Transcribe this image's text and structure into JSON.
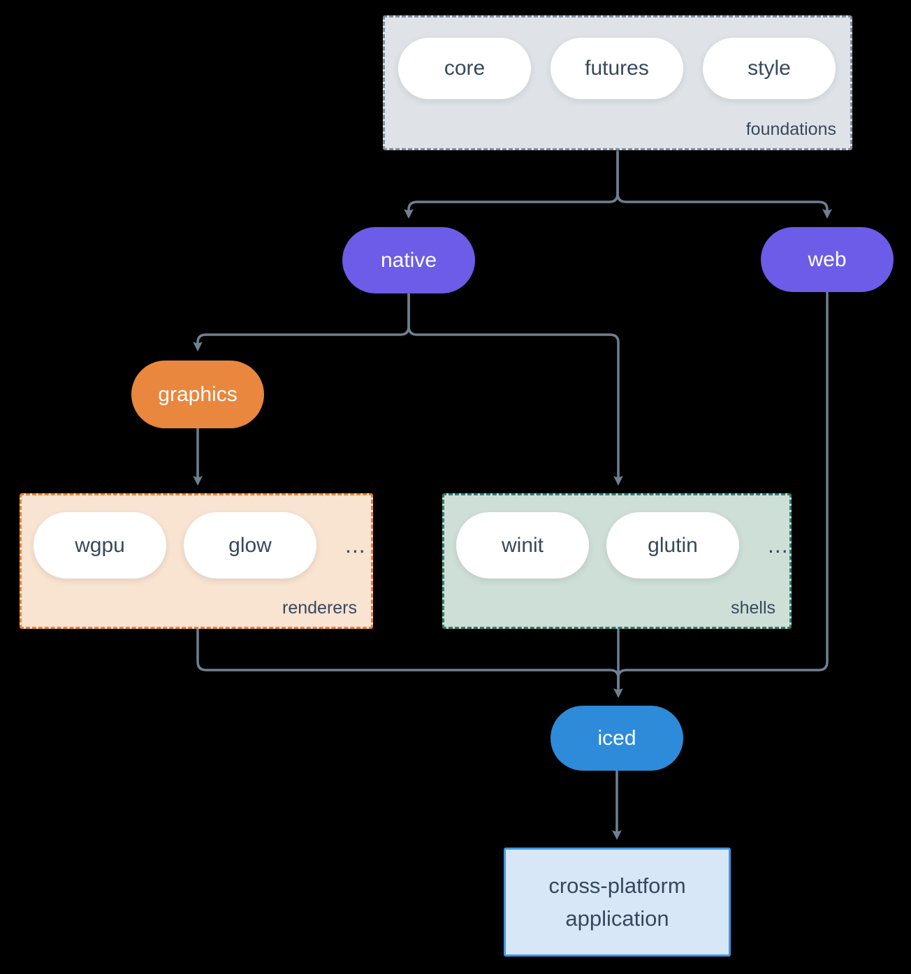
{
  "background": "#000000",
  "palette": {
    "arrow": "#6e8091",
    "purple_pill": "#6c5ce7",
    "orange_pill": "#e8873d",
    "blue_pill": "#2e8bd9",
    "foundations_bg": "#dfe3e7",
    "renderers_bg": "#f9e3d1",
    "shells_bg": "#cedfd7",
    "app_bg": "#d8e7f8",
    "app_border": "#3f97e8",
    "dark_text": "#36495c"
  },
  "nodes": {
    "foundations": {
      "label": "foundations",
      "pills": [
        "core",
        "futures",
        "style"
      ]
    },
    "native": {
      "label": "native"
    },
    "web": {
      "label": "web"
    },
    "graphics": {
      "label": "graphics"
    },
    "renderers": {
      "label": "renderers",
      "pills": [
        "wgpu",
        "glow"
      ],
      "more": "..."
    },
    "shells": {
      "label": "shells",
      "pills": [
        "winit",
        "glutin"
      ],
      "more": "..."
    },
    "iced": {
      "label": "iced"
    },
    "application": {
      "label": "cross-platform application"
    }
  }
}
